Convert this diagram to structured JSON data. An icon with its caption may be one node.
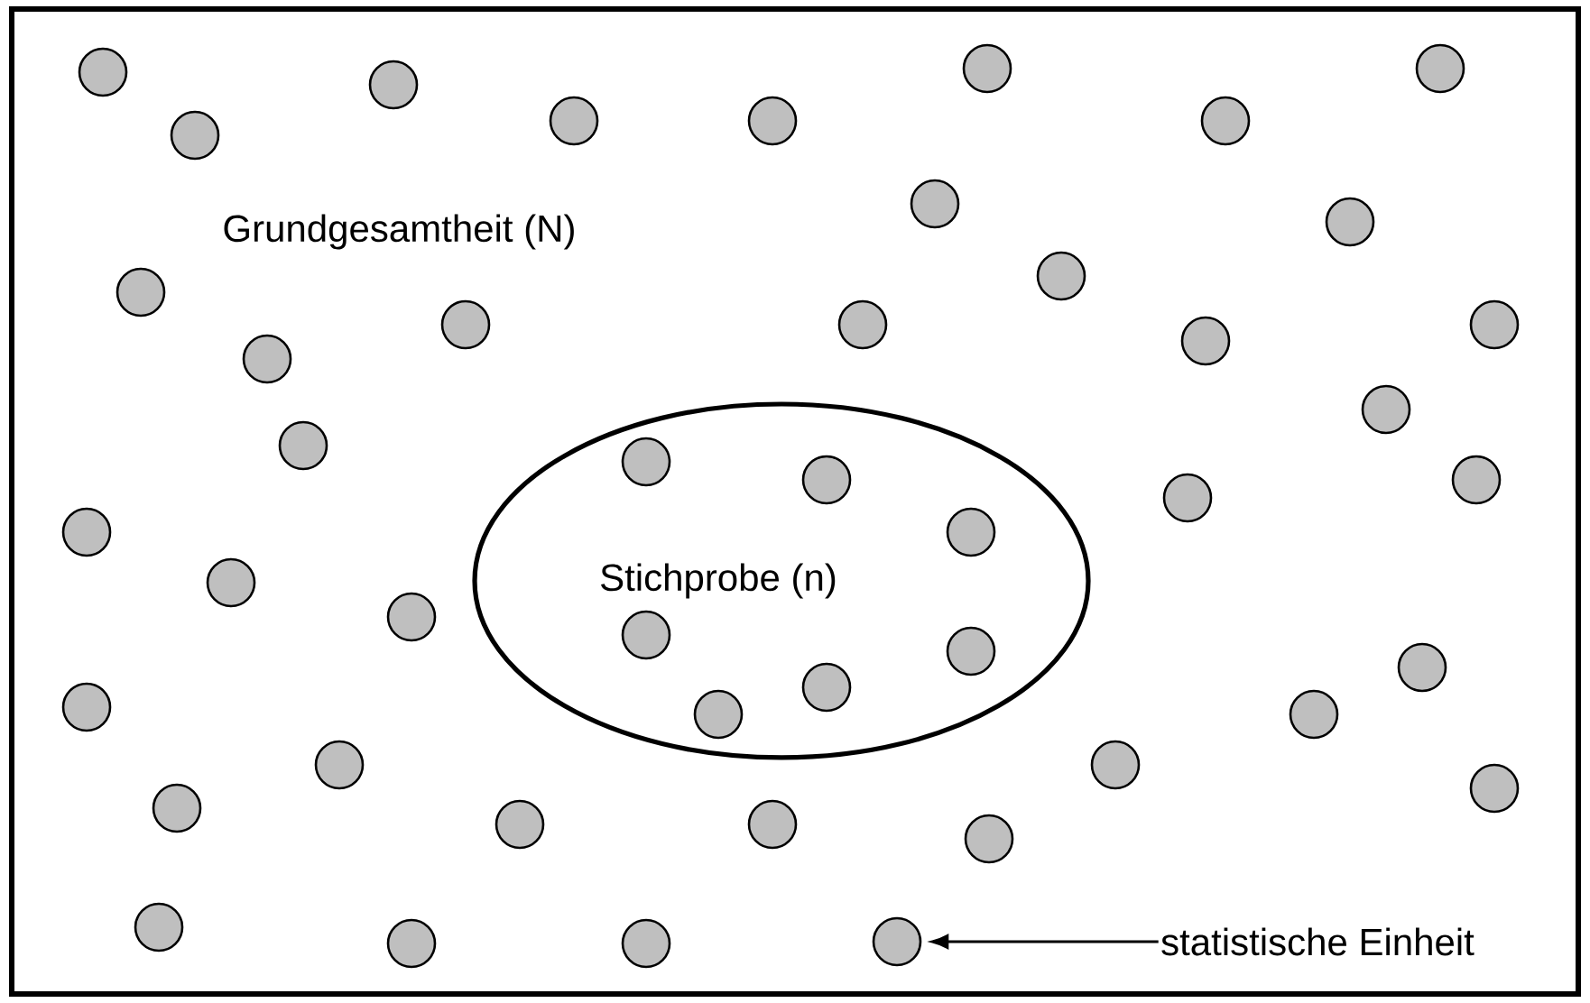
{
  "diagram": {
    "nodes": [
      {
        "text": [
          "Grundgesamtheit (N)"
        ]
      },
      {
        "text": [
          "Stichprobe (n)"
        ],
        "in": 0
      },
      {
        "text": [],
        "shape": "circle",
        "in": 1
      },
      {
        "text": [],
        "shape": "circle",
        "in": 1
      },
      {
        "text": [],
        "shape": "circle",
        "in": 1
      },
      {
        "text": [],
        "shape": "circle",
        "in": 1
      },
      {
        "text": [],
        "shape": "circle",
        "in": 1
      },
      {
        "text": [],
        "shape": "circle",
        "in": 1
      },
      {
        "text": [],
        "shape": "circle",
        "in": 1
      },
      {
        "text": [],
        "shape": "circle",
        "in": 0
      },
      {
        "text": [],
        "shape": "circle",
        "in": 0
      },
      {
        "text": [],
        "shape": "circle",
        "in": 0
      },
      {
        "text": [],
        "shape": "circle",
        "in": 0
      },
      {
        "text": [],
        "shape": "circle",
        "in": 0
      },
      {
        "text": [],
        "shape": "circle",
        "in": 0
      },
      {
        "text": [],
        "shape": "circle",
        "in": 0
      },
      {
        "text": [],
        "shape": "circle",
        "in": 0
      },
      {
        "text": [],
        "shape": "circle",
        "in": 0
      },
      {
        "text": [],
        "shape": "circle",
        "in": 0
      },
      {
        "text": [],
        "shape": "circle",
        "in": 0
      },
      {
        "text": [],
        "shape": "circle",
        "in": 0
      },
      {
        "text": [],
        "shape": "circle",
        "in": 0
      },
      {
        "text": [],
        "shape": "circle",
        "in": 0
      },
      {
        "text": [],
        "shape": "circle",
        "in": 0
      },
      {
        "text": [],
        "shape": "circle",
        "in": 0
      },
      {
        "text": [],
        "shape": "circle",
        "in": 0
      },
      {
        "text": [],
        "shape": "circle",
        "in": 0
      },
      {
        "text": [],
        "shape": "circle",
        "in": 0
      },
      {
        "text": [],
        "shape": "circle",
        "in": 0
      },
      {
        "text": [],
        "shape": "circle",
        "in": 0
      },
      {
        "text": [],
        "shape": "circle",
        "in": 0
      },
      {
        "text": [],
        "shape": "circle",
        "in": 0
      },
      {
        "text": [],
        "shape": "circle",
        "in": 0
      },
      {
        "text": [],
        "shape": "circle",
        "in": 0
      },
      {
        "text": [],
        "shape": "circle",
        "in": 0
      },
      {
        "text": [],
        "shape": "circle",
        "in": 0
      },
      {
        "text": [],
        "shape": "circle",
        "in": 0
      },
      {
        "text": [],
        "shape": "circle",
        "in": 0
      },
      {
        "text": [],
        "shape": "circle",
        "in": 0
      },
      {
        "text": [],
        "shape": "circle",
        "in": 0
      },
      {
        "text": [],
        "shape": "circle",
        "in": 0
      },
      {
        "text": [],
        "shape": "circle",
        "in": 0
      },
      {
        "text": [],
        "shape": "circle",
        "in": 0
      },
      {
        "text": [],
        "shape": "circle",
        "in": 0
      },
      {
        "text": [],
        "shape": "circle",
        "in": 0
      },
      {
        "text": [],
        "shape": "circle",
        "in": 0
      },
      {
        "text": [],
        "shape": "circle",
        "in": 0
      },
      {
        "text": [
          "statistische Einheit"
        ],
        "in": 0
      }
    ],
    "edges": [
      {
        "from": 47,
        "to": 44,
        "arrow": "to"
      }
    ]
  }
}
